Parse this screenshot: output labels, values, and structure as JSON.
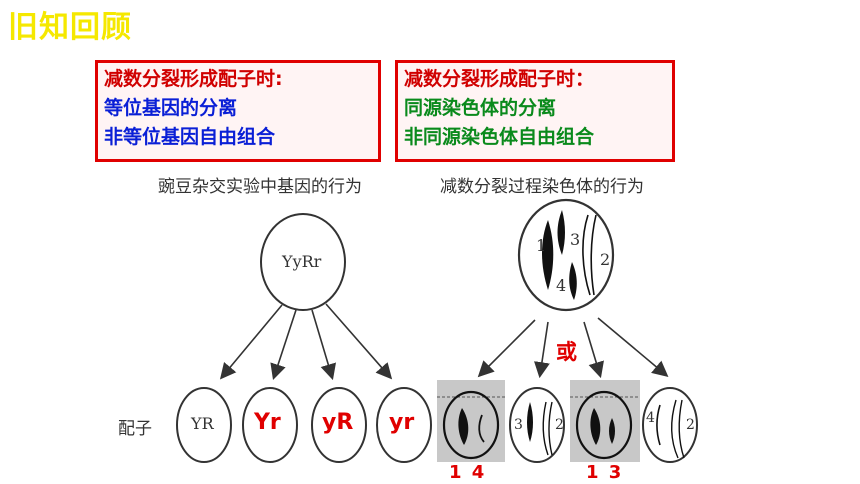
{
  "title": "旧知回顾",
  "box_left": {
    "heading": "减数分裂形成配子时:",
    "line1": "等位基因的分离",
    "line2": "非等位基因自由组合"
  },
  "box_right": {
    "heading": "减数分裂形成配子时：",
    "line1": "同源染色体的分离",
    "line2": "非同源染色体自由组合"
  },
  "caption_left": "豌豆杂交实验中基因的行为",
  "caption_right": "减数分裂过程染色体的行为",
  "parent_genotype": "YyRr",
  "gametes_label": "配子",
  "gametes": [
    "YR",
    "Yr",
    "yR",
    "yr"
  ],
  "or_label": "或",
  "chromosome_numbers": {
    "c1": "1",
    "c2": "2",
    "c3": "3",
    "c4": "4"
  },
  "combo_a": "1 4",
  "combo_b": "1 3",
  "colors": {
    "title": "#f5e800",
    "box_border": "#e00000",
    "blue_text": "#0a1fd6",
    "green_text": "#0a8a1c",
    "red_text": "#e00000"
  }
}
